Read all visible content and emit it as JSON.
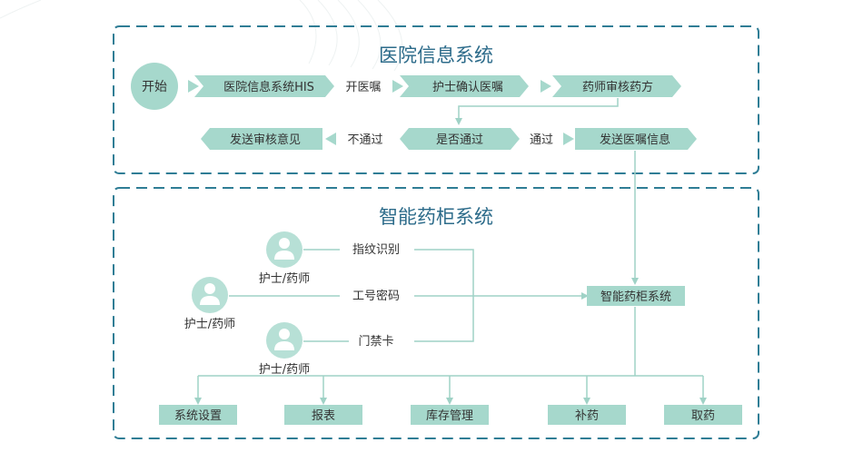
{
  "colors": {
    "box": "#a6d8cc",
    "arrow": "#9fd2c6",
    "dash": "#2f7d95",
    "title": "#2c6b8a",
    "icon_circle": "#b7e0d6",
    "text": "#333333"
  },
  "his": {
    "title": "医院信息系统",
    "start": "开始",
    "steps": {
      "his_system": "医院信息系统HIS",
      "open_order": "开医嘱",
      "nurse_confirm": "护士确认医嘱",
      "pharmacist_review": "药师审核药方",
      "is_passed": "是否通过",
      "passed": "通过",
      "send_order": "发送医嘱信息",
      "not_passed": "不通过",
      "send_opinion": "发送审核意见"
    }
  },
  "cabinet": {
    "title": "智能药柜系统",
    "center": "智能药柜系统",
    "auth_methods": [
      "指纹识别",
      "工号密码",
      "门禁卡"
    ],
    "user_label": "护士/药师",
    "functions": [
      "系统设置",
      "报表",
      "库存管理",
      "补药",
      "取药"
    ]
  }
}
